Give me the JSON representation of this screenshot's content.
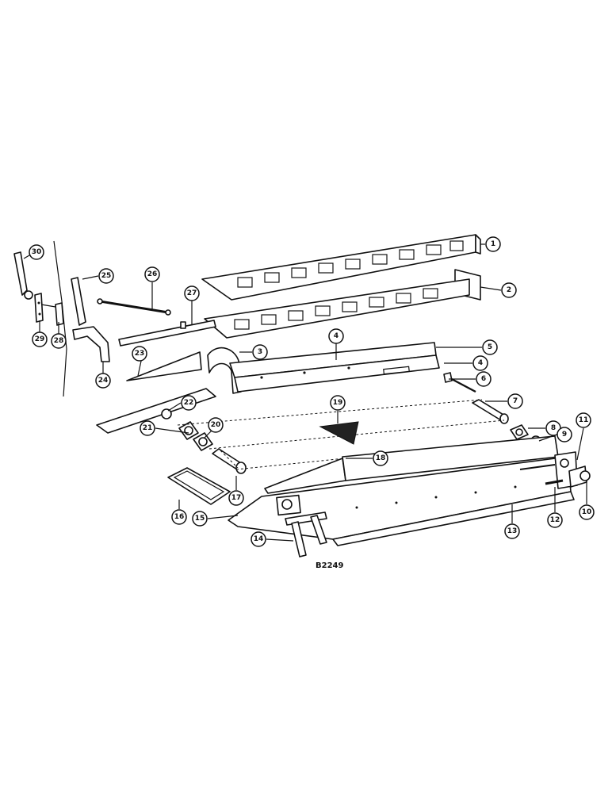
{
  "diagram": {
    "drawing_code": "B2249",
    "callouts": [
      "1",
      "2",
      "3",
      "4",
      "5",
      "4",
      "6",
      "7",
      "8",
      "9",
      "11",
      "10",
      "12",
      "13",
      "14",
      "15",
      "16",
      "17",
      "18",
      "19",
      "20",
      "21",
      "22",
      "23",
      "24",
      "25",
      "26",
      "27",
      "28",
      "29",
      "30"
    ]
  }
}
